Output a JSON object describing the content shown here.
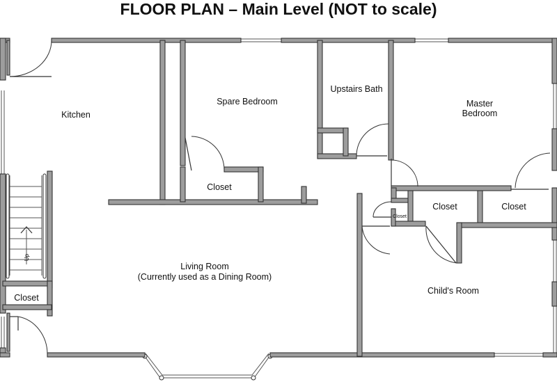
{
  "title": "FLOOR PLAN – Main Level (NOT to scale)",
  "rooms": {
    "kitchen": "Kitchen",
    "spare_bedroom": "Spare Bedroom",
    "upstairs_bath": "Upstairs Bath",
    "master_line1": "Master",
    "master_line2": "Bedroom",
    "closet_spare": "Closet",
    "closet_mid": "Closet",
    "closet_right": "Closet",
    "closet_small": "Closet",
    "closet_stair": "Closet",
    "living_line1": "Living Room",
    "living_line2": "(Currently used as a Dining Room)",
    "childs_room": "Child's Room"
  },
  "stairs": {
    "label": "Up"
  }
}
